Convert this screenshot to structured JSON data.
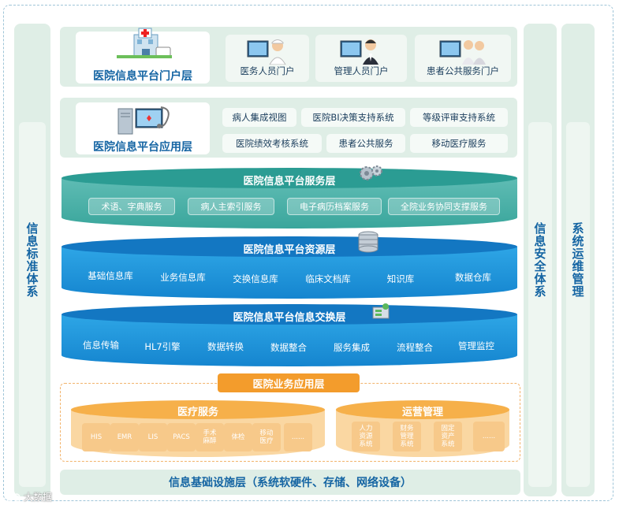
{
  "side_left": {
    "label": "信息标准体系"
  },
  "side_right1": {
    "label": "信息安全体系"
  },
  "side_right2": {
    "label": "系统运维管理"
  },
  "portal": {
    "title": "医院信息平台门户层",
    "cards": [
      {
        "label": "医务人员门户",
        "icon": "nurse-doctor-icon"
      },
      {
        "label": "管理人员门户",
        "icon": "manager-computer-icon"
      },
      {
        "label": "患者公共服务门户",
        "icon": "patients-icon"
      }
    ]
  },
  "application": {
    "title": "医院信息平台应用层",
    "items": [
      "病人集成视图",
      "医院BI决策支持系统",
      "等级评审支持系统",
      "医院绩效考核系统",
      "患者公共服务",
      "移动医疗服务"
    ]
  },
  "service": {
    "title": "医院信息平台服务层",
    "items": [
      "术语、字典服务",
      "病人主索引服务",
      "电子病历档案服务",
      "全院业务协同支撑服务"
    ]
  },
  "resource": {
    "title": "医院信息平台资源层",
    "items": [
      "基础信息库",
      "业务信息库",
      "交换信息库",
      "临床文档库",
      "知识库",
      "数据仓库"
    ]
  },
  "exchange": {
    "title": "医院信息平台信息交换层",
    "items": [
      "信息传输",
      "HL7引擎",
      "数据转换",
      "数据整合",
      "服务集成",
      "流程整合",
      "管理监控"
    ]
  },
  "business": {
    "title": "医院业务应用层",
    "medical": {
      "title": "医疗服务",
      "items": [
        "HIS",
        "EMR",
        "LIS",
        "PACS",
        "手术\n麻醉",
        "体检",
        "移动\n医疗",
        "......"
      ]
    },
    "operation": {
      "title": "运营管理",
      "items": [
        "人力\n资源\n系统",
        "财务\n管理\n系统",
        "固定\n资产\n系统",
        "......"
      ]
    }
  },
  "infrastructure": {
    "title": "信息基础设施层（系统软硬件、存储、网络设备）"
  },
  "watermark": {
    "text": "大数据",
    "logo": "watermark-logo-icon"
  },
  "colors": {
    "panel_green": "#dfeee6",
    "text_blue": "#1565a3",
    "teal": "#2aa9a0",
    "blue": "#1a8fd6",
    "orange": "#f6a53a"
  }
}
